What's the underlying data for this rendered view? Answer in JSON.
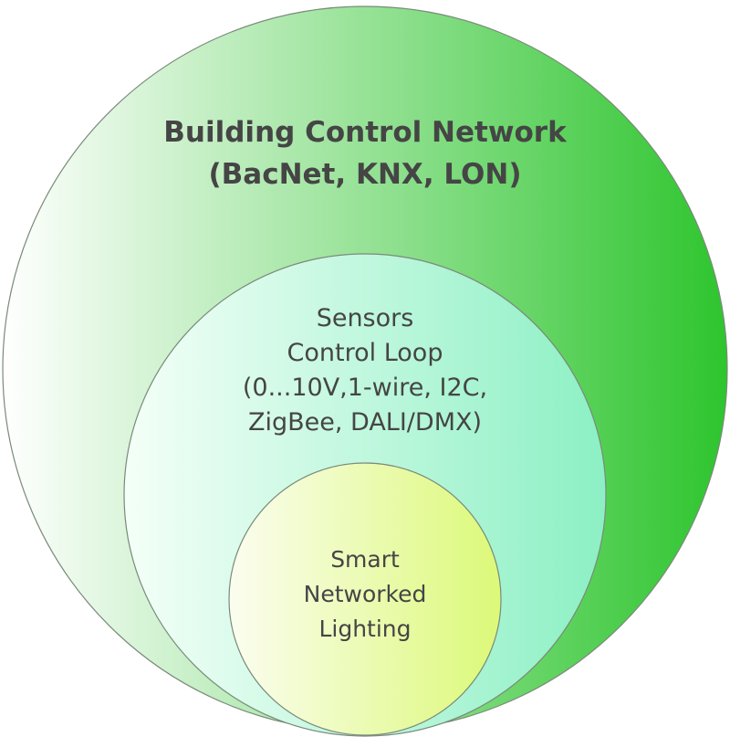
{
  "diagram": {
    "outer": {
      "lines": [
        "Building Control Network",
        "(BacNet, KNX, LON)"
      ],
      "fill_start": "#ffffff",
      "fill_end": "#2ec52e"
    },
    "middle": {
      "lines": [
        "Sensors",
        "Control Loop",
        "(0...10V,1-wire, I2C,",
        "ZigBee, DALI/DMX)"
      ],
      "fill_start": "#f4fff8",
      "fill_end": "#8cf0c4"
    },
    "inner": {
      "lines": [
        "Smart",
        "Networked",
        "Lighting"
      ],
      "fill_start": "#fbfdf0",
      "fill_end": "#dcf978"
    },
    "stroke_color": "#7a8a7a",
    "text_color": "#454545"
  }
}
